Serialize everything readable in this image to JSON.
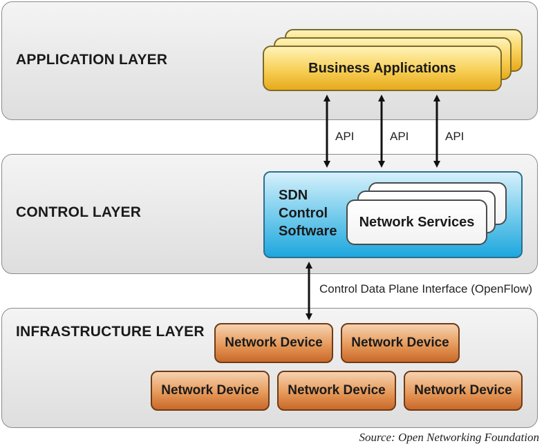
{
  "layers": {
    "application": "APPLICATION LAYER",
    "control": "CONTROL LAYER",
    "infrastructure": "INFRASTRUCTURE LAYER"
  },
  "business_applications": "Business Applications",
  "api_labels": [
    "API",
    "API",
    "API"
  ],
  "sdn_control_software": [
    "SDN",
    "Control",
    "Software"
  ],
  "network_services": "Network Services",
  "control_data_plane_interface": "Control Data Plane Interface (OpenFlow)",
  "network_devices": [
    "Network Device",
    "Network Device",
    "Network Device",
    "Network Device",
    "Network Device"
  ],
  "source": "Source: Open Networking Foundation",
  "colors": {
    "business_fill": "#f7cf55",
    "sdn_fill": "#1ea7de",
    "device_fill": "#e69a5a",
    "arrow": "#111111"
  }
}
